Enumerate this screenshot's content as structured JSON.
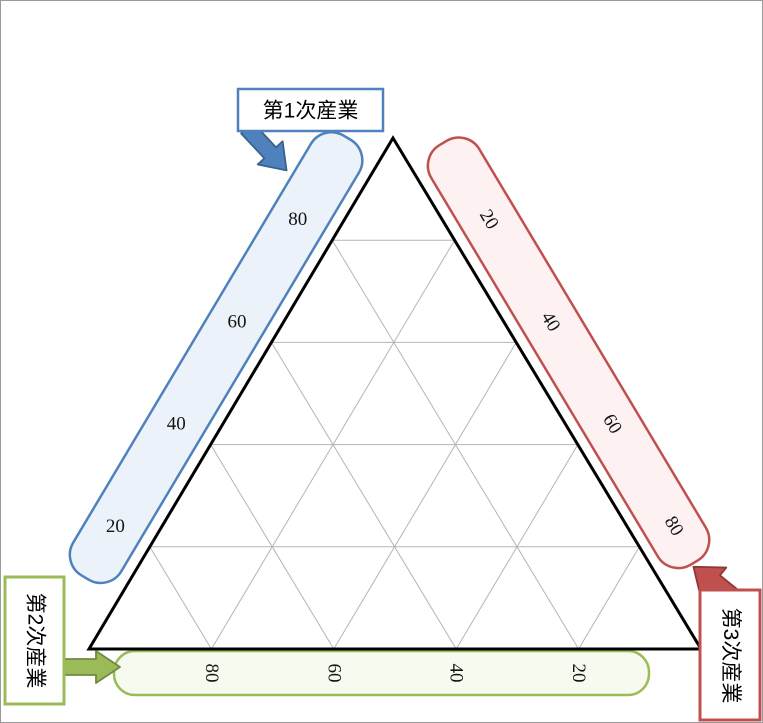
{
  "axis_labels": {
    "primary": "第1次産業",
    "secondary": "第2次産業",
    "tertiary": "第3次産業"
  },
  "colors": {
    "primary_blue": "#4f81bd",
    "primary_blue_fill": "#ecf2f9",
    "secondary_green": "#9bbb59",
    "secondary_green_fill": "#f7fbef",
    "tertiary_red": "#c0504d",
    "tertiary_red_fill": "#fdf2f1",
    "grid_gray": "#b5b5b5",
    "triangle_outline": "#000000"
  },
  "chart_data": {
    "type": "ternary",
    "title": "",
    "description": "Blank triangular (ternary) graph template for industry composition with three labeled axes and 20% grid lines; no data series plotted.",
    "axes": [
      {
        "name": "第1次産業",
        "position": "left",
        "ticks": [
          80,
          60,
          40,
          20
        ],
        "tick_order": "top-to-bottom",
        "color": "#4f81bd"
      },
      {
        "name": "第2次産業",
        "position": "bottom",
        "ticks": [
          80,
          60,
          40,
          20
        ],
        "tick_order": "left-to-right",
        "color": "#9bbb59"
      },
      {
        "name": "第3次産業",
        "position": "right",
        "ticks": [
          20,
          40,
          60,
          80
        ],
        "tick_order": "top-to-bottom",
        "color": "#c0504d"
      }
    ],
    "axis_range": [
      0,
      100
    ],
    "grid_interval_percent": 20,
    "grid": true,
    "series": []
  }
}
